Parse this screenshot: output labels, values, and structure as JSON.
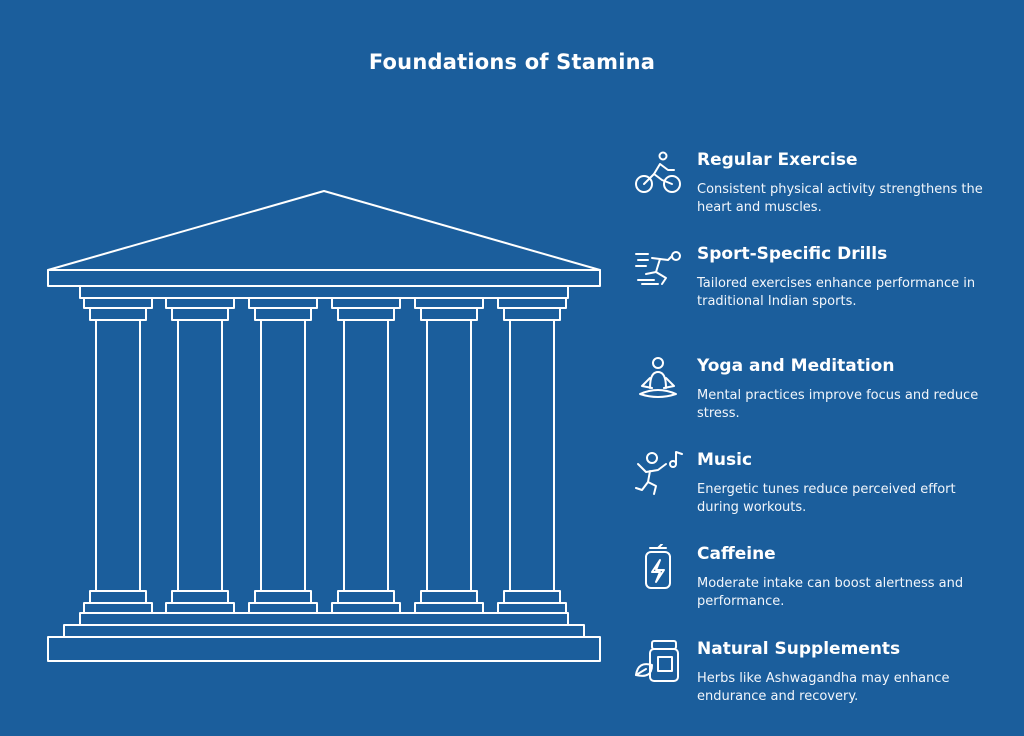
{
  "title": "Foundations of Stamina",
  "pillars": [
    {
      "title": "Regular Exercise",
      "description": "Consistent physical activity strengthens the heart and muscles.",
      "icon": "cyclist-icon"
    },
    {
      "title": "Sport-Specific Drills",
      "description": "Tailored exercises enhance performance in traditional Indian sports.",
      "icon": "running-drill-icon"
    },
    {
      "title": "Yoga and Meditation",
      "description": "Mental practices improve focus and reduce stress.",
      "icon": "meditation-icon"
    },
    {
      "title": "Music",
      "description": "Energetic tunes reduce perceived effort during workouts.",
      "icon": "dancer-music-icon"
    },
    {
      "title": "Caffeine",
      "description": "Moderate intake can boost alertness and performance.",
      "icon": "energy-drink-icon"
    },
    {
      "title": "Natural Supplements",
      "description": "Herbs like Ashwagandha may enhance endurance and recovery.",
      "icon": "supplement-jar-icon"
    }
  ],
  "colors": {
    "background": "#1b5e9c",
    "line": "#ffffff"
  }
}
